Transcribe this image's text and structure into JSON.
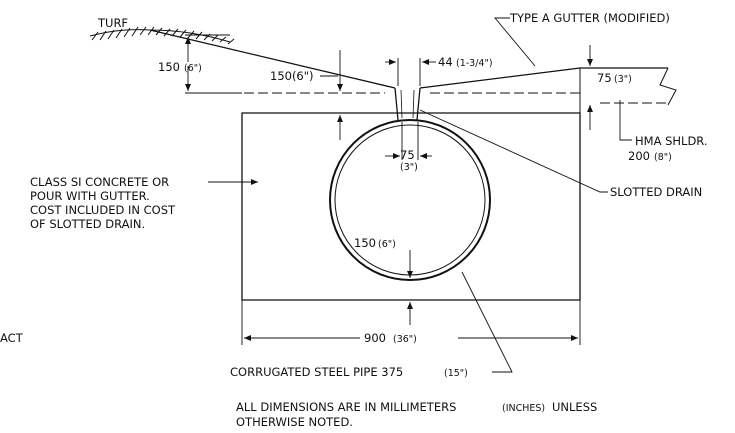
{
  "labels": {
    "turf": "TURF",
    "type_a_gutter": "TYPE A GUTTER (MODIFIED)",
    "dim_44": "44",
    "dim_44_in": "(1-3/4\")",
    "dim_150_left": "150",
    "dim_150_left_in": "(6\")",
    "dim_150_mid": "150(6\")",
    "dim_75_right": "75",
    "dim_75_right_in": "(3\")",
    "hma_shldr": "HMA SHLDR.",
    "hma_200": "200",
    "hma_200_in": "(8\")",
    "dim_75_center": "75",
    "dim_75_center_in": "(3\")",
    "slotted_drain": "SLOTTED DRAIN",
    "concrete_note_1": "CLASS SI CONCRETE OR",
    "concrete_note_2": "POUR WITH GUTTER.",
    "concrete_note_3": "COST INCLUDED IN COST",
    "concrete_note_4": "OF SLOTTED DRAIN.",
    "dim_150_pipe": "150",
    "dim_150_pipe_in": "(6\")",
    "dim_900": "900",
    "dim_900_in": "(36\")",
    "act": "ACT",
    "pipe_label": "CORRUGATED STEEL PIPE 375",
    "pipe_label_in": "(15\")",
    "note_1_a": "ALL DIMENSIONS ARE IN MILLIMETERS",
    "note_1_b": "(INCHES)",
    "note_1_c": "UNLESS",
    "note_2": "OTHERWISE NOTED."
  }
}
